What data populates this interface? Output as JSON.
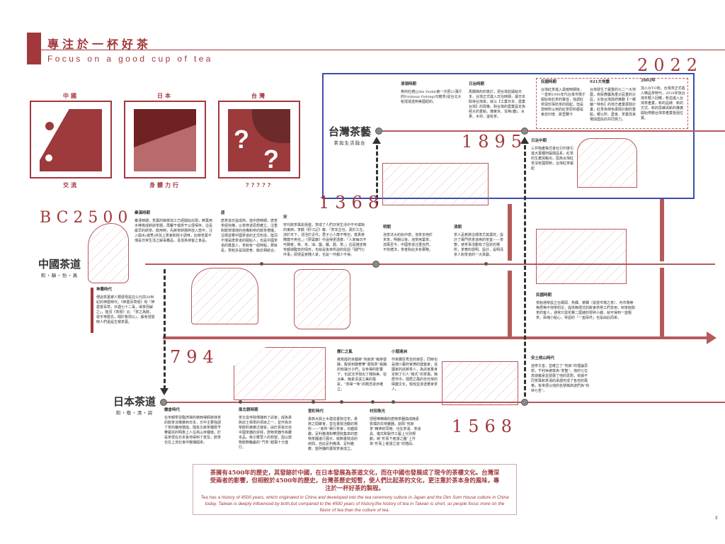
{
  "header": {
    "title": "專注於一杯好茶",
    "subtitle": "Focus on a good cup of tea"
  },
  "panels": [
    {
      "country": "中國",
      "caption": "交流"
    },
    {
      "country": "日本",
      "caption": "身體力行"
    },
    {
      "country": "台灣",
      "caption": "?????",
      "marks": [
        "?",
        "?"
      ]
    }
  ],
  "years": {
    "bc2500": "BC2500",
    "y1368": "1368",
    "y1895": "1895",
    "y2022": "2022",
    "y794": "794",
    "y1568": "1568"
  },
  "tracks": {
    "taiwan": {
      "name": "台灣茶藝",
      "motto": "茶與生活融合"
    },
    "china": {
      "name": "中國茶道",
      "motto": "和・靜・怡・真"
    },
    "japan": {
      "name": "日本茶道",
      "motto": "和・敬・清・寂"
    }
  },
  "taiwan_blocks": [
    {
      "h": "清領時期",
      "b": "英商杜德(John Dodd)第一次把21萬斤的Formosa Oolong(烏龍茶)從台北大稻埕運送到美國紐約。"
    },
    {
      "h": "日治時期",
      "b": "馬關條約的簽訂，把台灣割讓給日本，台灣正式進入日治時期，讓日本取得台灣後，就以【工業日本，農業台灣】的政策，對台灣的農業設定為極大的重點，蓬萊米、甘蔗(糖)、水果、木材，還有茶。"
    },
    {
      "h": "日治中期",
      "b": "三井物產株式會社引印度引進大葉種阿薩姆品系，紅茶的生產與輸出，因為台灣紅茶沒有國限制，台灣紅茶崛起"
    },
    {
      "h": "民國時期",
      "b": "台灣紅茶進入黑暗時期後，一直到1990年代台灣市場才開始有紅茶的聲音，強調紅茶與珍珠奶茶的興起，但是當時所以用的紅茶原料都是東自印度、斯里蘭卡"
    },
    {
      "h": "921大地震",
      "b": "台灣發生了嚴重的九二一大地震，南投應屬為重災區重的災區，災後台灣政府推動【一鄉鎮一特色】的地方產業振興計畫，紅茶為特色振興計劃的重點，鄉公所、農會、茶業改良場與農民的共同努力。"
    },
    {
      "h": "2002年",
      "b": "加入WTO後，台灣茶正式進入精品茶時代，2010年後台灣年輕人回鄉，新血進入台灣茶產業，新的品牌、新的方式、新的思維與新的推廣開始帶動台灣茶產業各個位置。"
    }
  ],
  "china_blocks": [
    {
      "h": "秦漢時期",
      "b": "秦漢時期，茶葉的簡單加工已經開始出現，鮮葉用木棒搗成餅狀茶團，再曬干或烘干以便保存，這是最早的餅茶。飲用時，先將茶餅搗碎放入壺中，注入開水(或煮)并加上蔥姜和桔子調味，此時茶葉不僅是日常生活之解毒藥品，且成為待客之食品。"
    },
    {
      "h": "唐",
      "b": "唐茶道日益成熟，值中唐時期，唐茶茶經完備，以茶修道思想確立，注重對飲茶環境的自備和參的飲茶禮儀，這標誌著中國茶道的正式形成，陸羽不僅是唐茶道的開始人，也是中國茶道的奠基人，茶館有一個特點，那就是，茶館多是與旅舍、飯店相結合。"
    },
    {
      "h": "宋",
      "b": "宋代飲茶風氣極盛，茶成了人們日常生活中不可或缺的東西，李觀《肝江記》載：「茶非古也，源於江左，流於天下，浸淫於近代，君子小人靡不嗜也，富貴貧賤靡不用也。」《夢粱錄》中說得更透徹：「人家每日不可闕者，柴、米、油、鹽、醬、醋、茶。」這是描述南宋都城臨安的情形，也就是後來所說的俗語「開門七件事」即便是貧賤人家，也是一件都少不得。"
    },
    {
      "h": "明朝",
      "b": "泡茶法大約始中唐，泡茶多用於末茶，明朝以後，泡茶用葉茶，流風至今，中國茶道注重自然，不拘禮法，茶者對此多有著略。"
    },
    {
      "h": "清朝",
      "b": "茶人品茗將這環境尤其講究，設計了專門供茶道用的茶室——茶寮，使茶事活動有了固定的場所，茶寮的發明、設計，是明清茶人對茶道的一大貢獻。"
    },
    {
      "h": "民國時期",
      "b": "茶館通常設立在碼頭、魚欄、菜欄（批發市場之意）、內市場等等居等中地帶附近，提供簡便式的飲食供勞工們享用，到茶館飲茶的客人，通常只需花費二厘錢的零碎小錢，就可得到一盅粗茶，兩塊小點心，粵語的「一盅兩件」也是由此而來。"
    },
    {
      "h": "神農時代",
      "b": "傳說茶葉被人類發現是在公元前28世紀的神農時代，《神農百草經》有「神農嘗百草，日遇七十二毒，得茶而解之」，陸羽《茶經》云：「茶之為飲，發乎神農氏，聞於魯周公」，據考證當時人們還是生嚼茶葉。"
    }
  ],
  "japan_blocks": [
    {
      "h": "鎌倉時代",
      "b": "在宋朝學習臨濟禪的榮西禪師將抹茶的飲茶法推廣到日本，方中主要強調了茶的藥用價值，隨後又將茶種贈予華嚴宗的明惠上人在高山寺種植，於是茶便在日本各地得到了普及，飲茶也在上流社會中散播開來。"
    },
    {
      "h": "南北朝時期",
      "b": "茶又從寺院傳播到了武家，成為貴族武士標準的項目之一，並作為日常飲料被廣泛接受，由於貿易日自中國茶器的崇拜，唐物茶器作為藏本品，吸引著眾人的想望，因以唐物裝飾輪贏的“鬥茶”錯風十分盛行。"
    },
    {
      "h": "室町時代",
      "b": "貴族大興土木建造書院住宅，貴族之間聚會，並在書院活動的場所——“會所”舉行茶會，日趣興趣，足利義滿對華把收集來的唐物茶器進行展示，裝飾書院造的房間，自此足利義滿、足利義教、能阿彌的書院茶會成立。"
    },
    {
      "h": "村田珠光",
      "b": "把極樂精緻的唐物茶器換成簡素質樸的日常雜器，創局“侘寂茶”精神的同時，也在茶湯、茶道具、儀式和製作工藝上分別規劃，將“形而下者謂之器”上升為“形而上者謂之道”的階段。"
    },
    {
      "h": "應仁之亂",
      "b": "被荒廢的京都將“侘寂茶”萌芽發酵，擬受到驕奢華“書院茶”挑胸的知識分子們，在參禪的影響下，也試法浮現出了殘缺美、枯淡美、簡素清潔之美的風氣，“茶禪一味”的概念逐步確立。"
    },
    {
      "h": "小堀遠洲",
      "b": "作為豐臣秀吉的家臣，同時也是德川幕府官僚的建築家，造園家的武將茶人，為武家量身定制了引人“格式”的茶風，簡居市中，隱居之風的非日常的閑趣文化，愉悅並渗透著家茶人。"
    },
    {
      "h": "安土桃山時代",
      "b": "迷亭文善，並確立了“侘寂”的理論思想，千利休被尊為“茶聖”，他的七位高徒繼承並發展了他的思想，依據不同茶風和茶湯的承諾形成了各自的風格，後世便以他的名號稱高徒們為“利休七哲”。"
    }
  ],
  "summary": {
    "zh": "茶擁有4500年的歷史，其發跡於中國，在日本發展為茶道文化，而在中國也發展成了現今的茶樓文化。台灣深受兩者的影響，但相較於4500年的歷史，台灣茶歷史短暫，使人們比起茶的文化，更注重於茶本身的風味，專注於一杯好茶的製程。",
    "en": "Tea has a history of 4500 years, which originated in China and developed into the tea ceremony culture in Japan and the Dim Sum House culture in China today. Taiwan is deeply influenced by both,but compared to the 4500 years of history,the history of tea in Taiwan is short, so people focus more on the flavor of tea than the culture of tea."
  },
  "page_number": "3",
  "colors": {
    "accent": "#a2383c",
    "line": "#b55a5c",
    "frame": "#3b4fb0"
  }
}
